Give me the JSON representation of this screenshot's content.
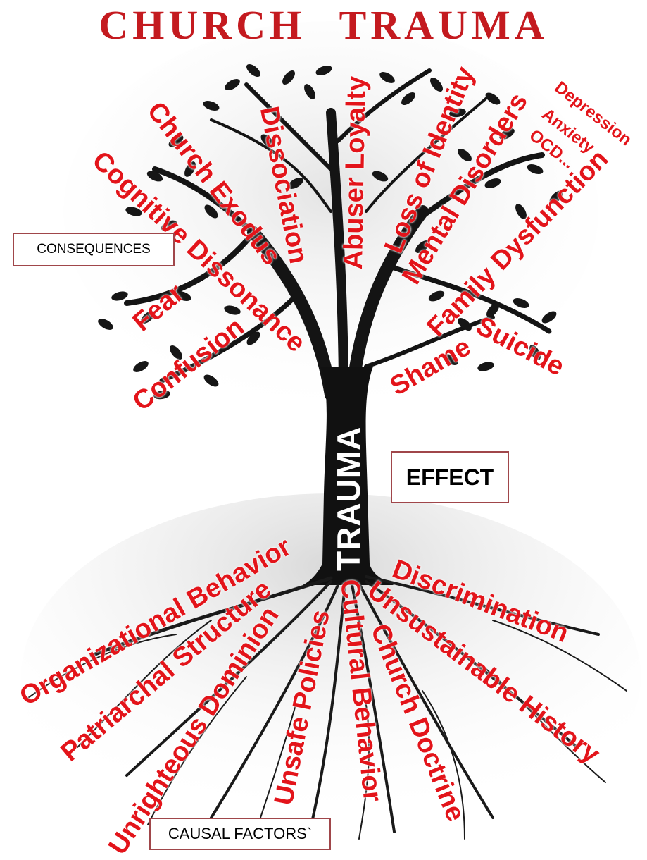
{
  "title": "CHURCH  TRAUMA",
  "trunk_label": "TRAUMA",
  "boxes": {
    "consequences": "CONSEQUENCES",
    "effect": "EFFECT",
    "causal_factors": "CAUSAL FACTORS`"
  },
  "consequences": {
    "church_exodus": "Church Exodus",
    "dissociation": "Dissociation",
    "abuser_loyalty": "Abuser Loyalty",
    "loss_of_identity": "Loss of Identity",
    "mental_disorders": "Mental Disorders",
    "depression": "Depression",
    "anxiety": "Anxiety",
    "ocd": "OCD...",
    "cognitive_dissonance": "Cognitive Dissonance",
    "fear": "Fear",
    "confusion": "Confusion",
    "family_dysfunction": "Family Dysfunction",
    "shame": "Shame",
    "suicide": "Suicide"
  },
  "causes": {
    "organizational_behavior": "Organizational Behavior",
    "patriarchal_structure": "Patriarchal Structure",
    "unrighteous_dominion": "Unrighteous Dominion",
    "unsafe_policies": "Unsafe Policies",
    "cultural_behavior": "Cultural Behavior",
    "church_doctrine": "Church Doctrine",
    "discrimination": "Discrimination",
    "unsustainable_history": "Unsustainable History"
  },
  "colors": {
    "label": "#e3141a",
    "title": "#c41a1f",
    "tree": "#111111",
    "box_border": "#a0464a"
  }
}
